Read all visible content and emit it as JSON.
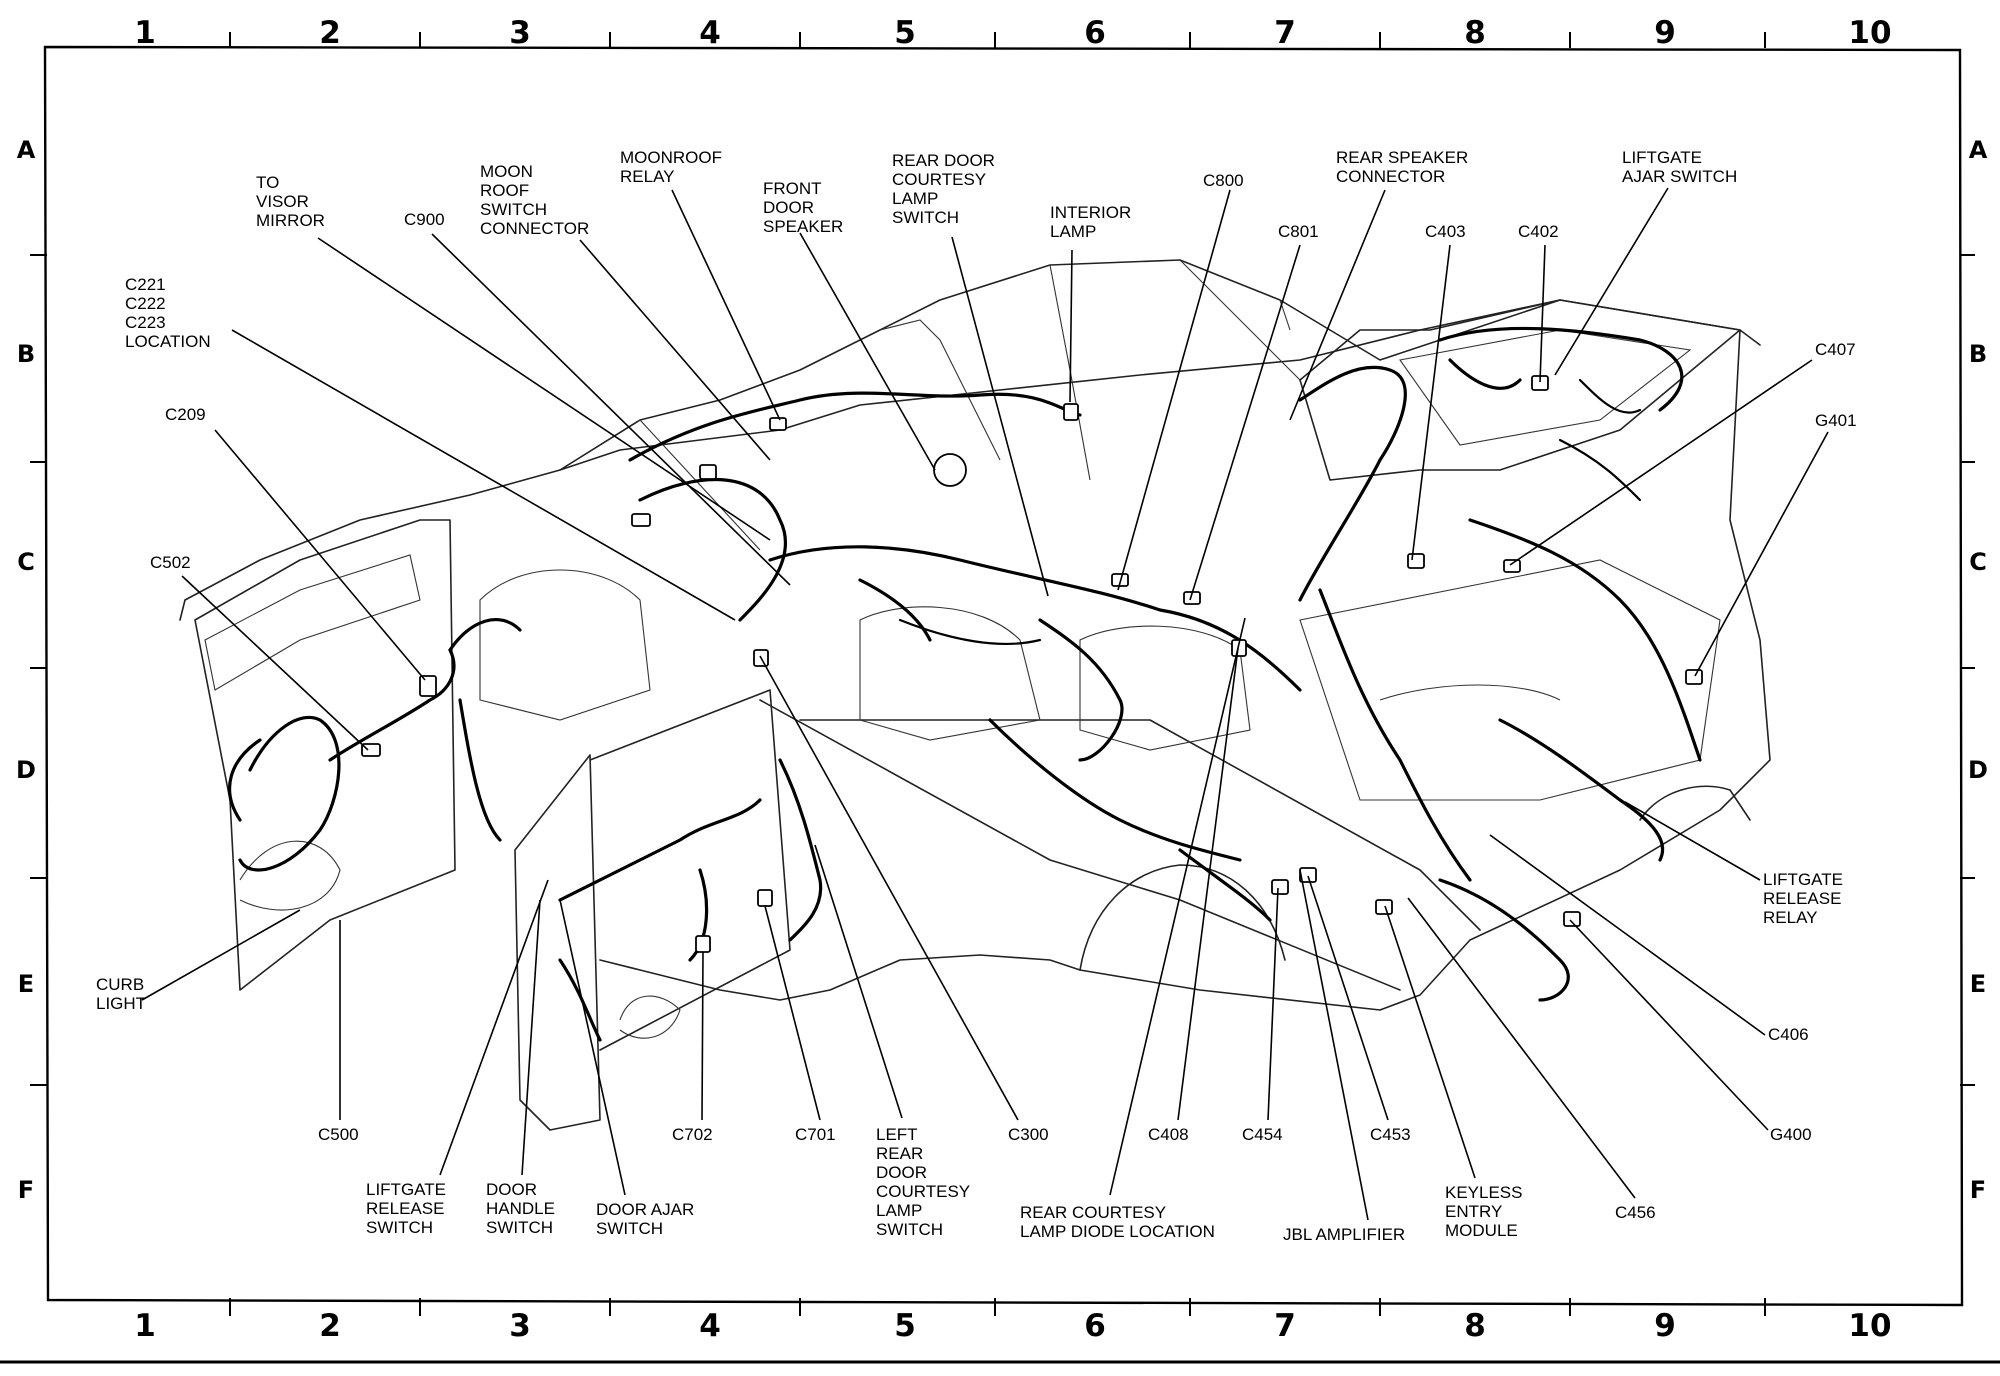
{
  "grid": {
    "columns": [
      "1",
      "2",
      "3",
      "4",
      "5",
      "6",
      "7",
      "8",
      "9",
      "10"
    ],
    "rows": [
      "A",
      "B",
      "C",
      "D",
      "E",
      "F"
    ]
  },
  "callouts": [
    {
      "id": "to-visor-mirror",
      "lines": [
        "TO",
        "VISOR",
        "MIRROR"
      ]
    },
    {
      "id": "c900",
      "lines": [
        "C900"
      ]
    },
    {
      "id": "moon-roof-switch-connector",
      "lines": [
        "MOON",
        "ROOF",
        "SWITCH",
        "CONNECTOR"
      ]
    },
    {
      "id": "moonroof-relay",
      "lines": [
        "MOONROOF",
        "RELAY"
      ]
    },
    {
      "id": "front-door-speaker",
      "lines": [
        "FRONT",
        "DOOR",
        "SPEAKER"
      ]
    },
    {
      "id": "rear-door-courtesy-lamp-switch",
      "lines": [
        "REAR DOOR",
        "COURTESY",
        "LAMP",
        "SWITCH"
      ]
    },
    {
      "id": "interior-lamp",
      "lines": [
        "INTERIOR",
        "LAMP"
      ]
    },
    {
      "id": "c800",
      "lines": [
        "C800"
      ]
    },
    {
      "id": "c801",
      "lines": [
        "C801"
      ]
    },
    {
      "id": "rear-speaker-connector",
      "lines": [
        "REAR SPEAKER",
        "CONNECTOR"
      ]
    },
    {
      "id": "c403",
      "lines": [
        "C403"
      ]
    },
    {
      "id": "c402",
      "lines": [
        "C402"
      ]
    },
    {
      "id": "liftgate-ajar-switch",
      "lines": [
        "LIFTGATE",
        "AJAR SWITCH"
      ]
    },
    {
      "id": "c221-c222-c223-location",
      "lines": [
        "C221",
        "C222",
        "C223",
        "LOCATION"
      ]
    },
    {
      "id": "c209",
      "lines": [
        "C209"
      ]
    },
    {
      "id": "c407",
      "lines": [
        "C407"
      ]
    },
    {
      "id": "g401",
      "lines": [
        "G401"
      ]
    },
    {
      "id": "c502",
      "lines": [
        "C502"
      ]
    },
    {
      "id": "liftgate-release-relay",
      "lines": [
        "LIFTGATE",
        "RELEASE",
        "RELAY"
      ]
    },
    {
      "id": "curb-light",
      "lines": [
        "CURB",
        "LIGHT"
      ]
    },
    {
      "id": "c406",
      "lines": [
        "C406"
      ]
    },
    {
      "id": "c500",
      "lines": [
        "C500"
      ]
    },
    {
      "id": "c702",
      "lines": [
        "C702"
      ]
    },
    {
      "id": "c701",
      "lines": [
        "C701"
      ]
    },
    {
      "id": "left-rear-door-courtesy-lamp-switch",
      "lines": [
        "LEFT",
        "REAR",
        "DOOR",
        "COURTESY",
        "LAMP",
        "SWITCH"
      ]
    },
    {
      "id": "c300",
      "lines": [
        "C300"
      ]
    },
    {
      "id": "c408",
      "lines": [
        "C408"
      ]
    },
    {
      "id": "c454",
      "lines": [
        "C454"
      ]
    },
    {
      "id": "c453",
      "lines": [
        "C453"
      ]
    },
    {
      "id": "g400",
      "lines": [
        "G400"
      ]
    },
    {
      "id": "liftgate-release-switch",
      "lines": [
        "LIFTGATE",
        "RELEASE",
        "SWITCH"
      ]
    },
    {
      "id": "door-handle-switch",
      "lines": [
        "DOOR",
        "HANDLE",
        "SWITCH"
      ]
    },
    {
      "id": "door-ajar-switch",
      "lines": [
        "DOOR AJAR",
        "SWITCH"
      ]
    },
    {
      "id": "rear-courtesy-lamp-diode-location",
      "lines": [
        "REAR COURTESY",
        "LAMP DIODE LOCATION"
      ]
    },
    {
      "id": "jbl-amplifier",
      "lines": [
        "JBL AMPLIFIER"
      ]
    },
    {
      "id": "keyless-entry-module",
      "lines": [
        "KEYLESS",
        "ENTRY",
        "MODULE"
      ]
    },
    {
      "id": "c456",
      "lines": [
        "C456"
      ]
    }
  ]
}
